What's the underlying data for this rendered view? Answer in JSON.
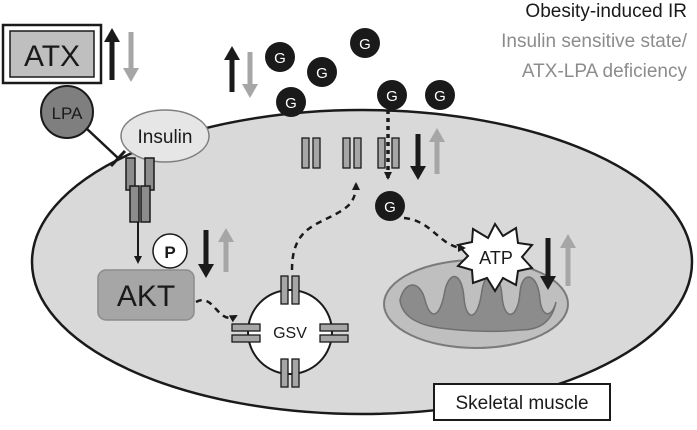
{
  "legend": {
    "obesity": "Obesity-induced IR",
    "sensitive_line1": "Insulin sensitive state/",
    "sensitive_line2": "ATX-LPA deficiency"
  },
  "labels": {
    "atx": "ATX",
    "lpa": "LPA",
    "insulin": "Insulin",
    "phospho": "P",
    "akt": "AKT",
    "gsv": "GSV",
    "atp": "ATP",
    "glucose": "G",
    "cell": "Skeletal muscle"
  },
  "colors": {
    "dark_arrow": "#1a1a1a",
    "light_arrow": "#a6a6a6",
    "legend_obesity": "#1a1a1a",
    "legend_sensitive": "#8c8c8c",
    "cell_fill": "#d9d9d9",
    "glucose": "#1a1a1a",
    "akt_box": "#a6a6a6",
    "mito_outer": "#bfbfbf",
    "mito_inner": "#8c8c8c"
  }
}
